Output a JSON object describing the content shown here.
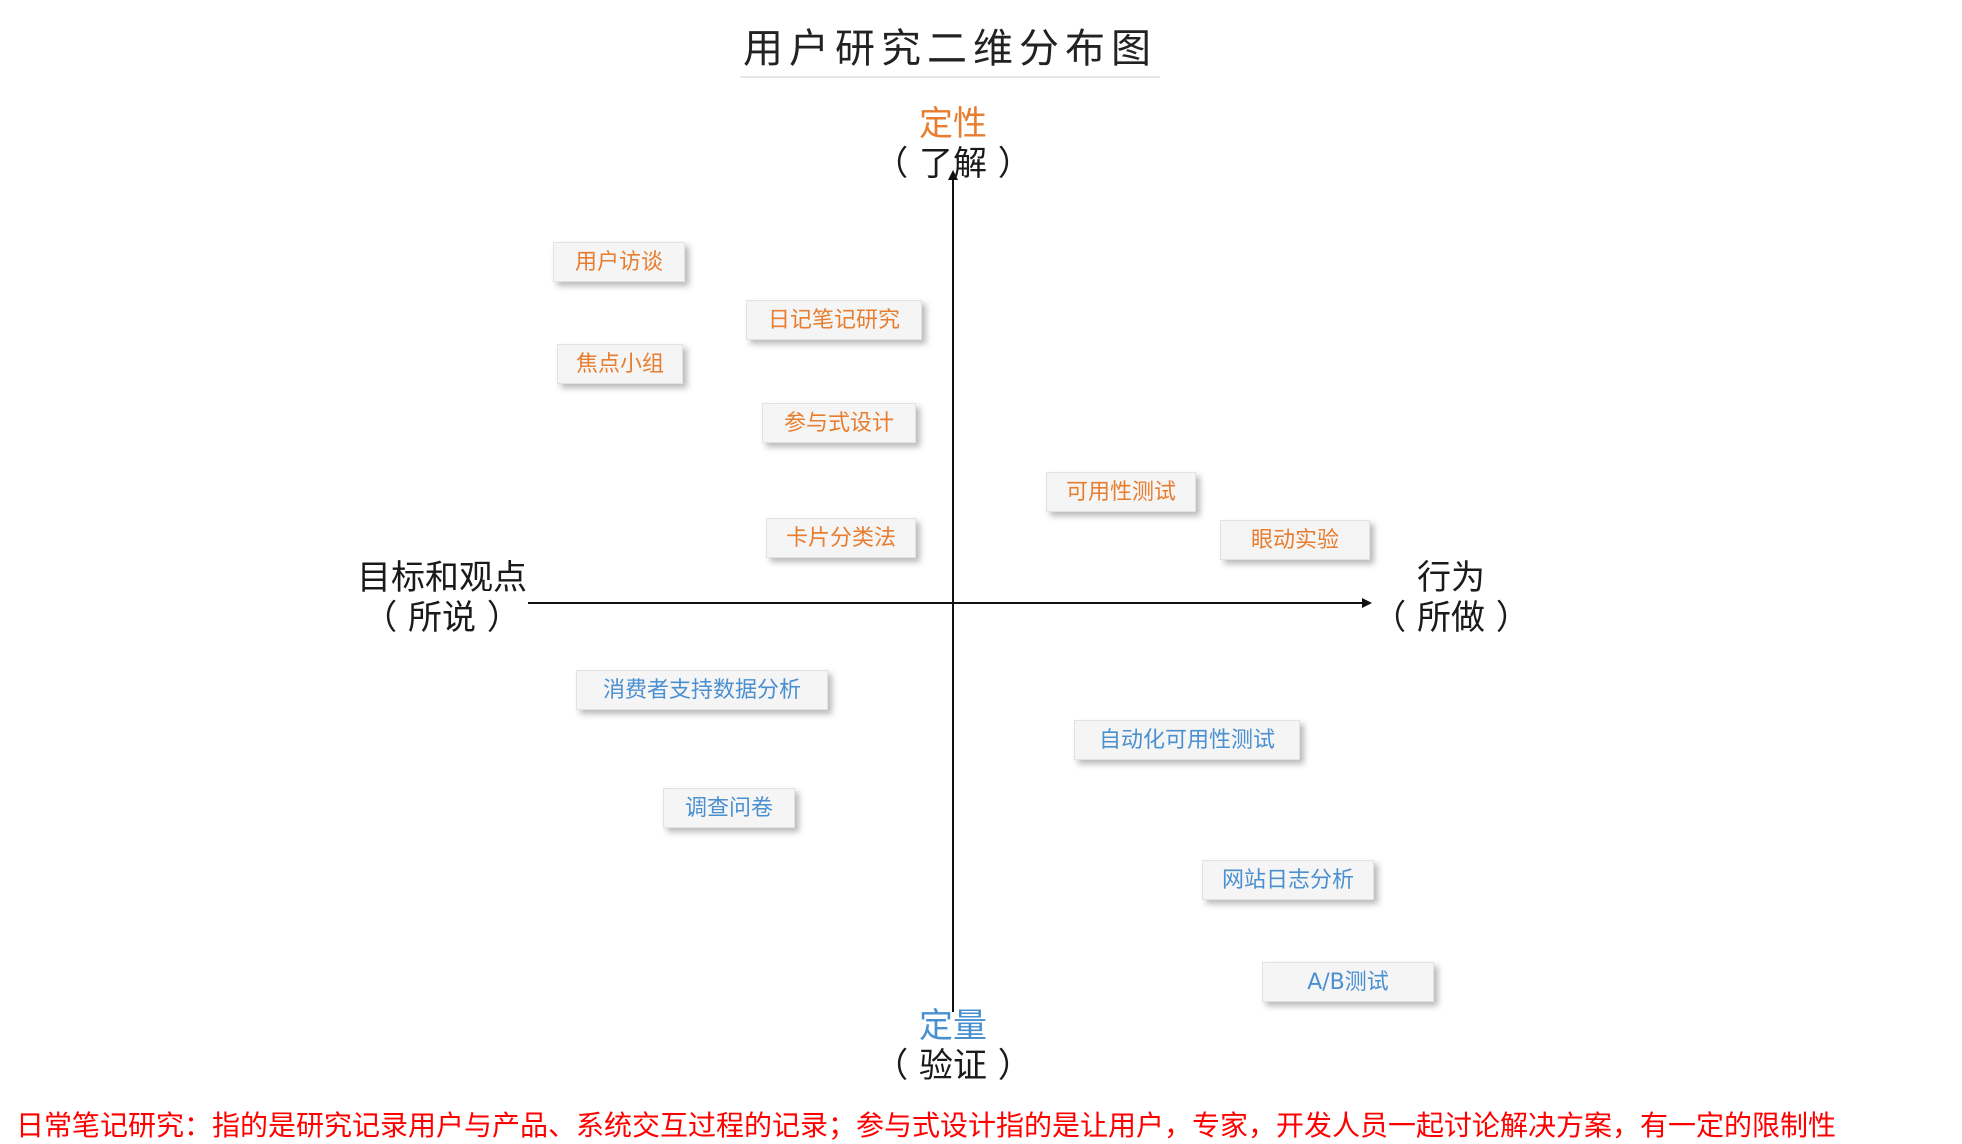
{
  "title": "用户研究二维分布图",
  "axes": {
    "top": {
      "main": "定性",
      "sub": "（ 了解 ）"
    },
    "bottom": {
      "main": "定量",
      "sub": "（ 验证 ）"
    },
    "left": {
      "main": "目标和观点",
      "sub": "（ 所说 ）"
    },
    "right": {
      "main": "行为",
      "sub": "（ 所做 ）"
    }
  },
  "methods": [
    {
      "label": "用户访谈",
      "color": "orange"
    },
    {
      "label": "日记笔记研究",
      "color": "orange"
    },
    {
      "label": "焦点小组",
      "color": "orange"
    },
    {
      "label": "参与式设计",
      "color": "orange"
    },
    {
      "label": "可用性测试",
      "color": "orange"
    },
    {
      "label": "眼动实验",
      "color": "orange"
    },
    {
      "label": "卡片分类法",
      "color": "orange"
    },
    {
      "label": "消费者支持数据分析",
      "color": "blue"
    },
    {
      "label": "自动化可用性测试",
      "color": "blue"
    },
    {
      "label": "调查问卷",
      "color": "blue"
    },
    {
      "label": "网站日志分析",
      "color": "blue"
    },
    {
      "label": "A/B测试",
      "color": "blue"
    }
  ],
  "colors": {
    "orange": "#e87d2f",
    "blue": "#4a90d0",
    "note": "#ff0000"
  },
  "note": "日常笔记研究：指的是研究记录用户与产品、系统交互过程的记录；参与式设计指的是让用户，专家，开发人员一起讨论解决方案，有一定的限制性"
}
